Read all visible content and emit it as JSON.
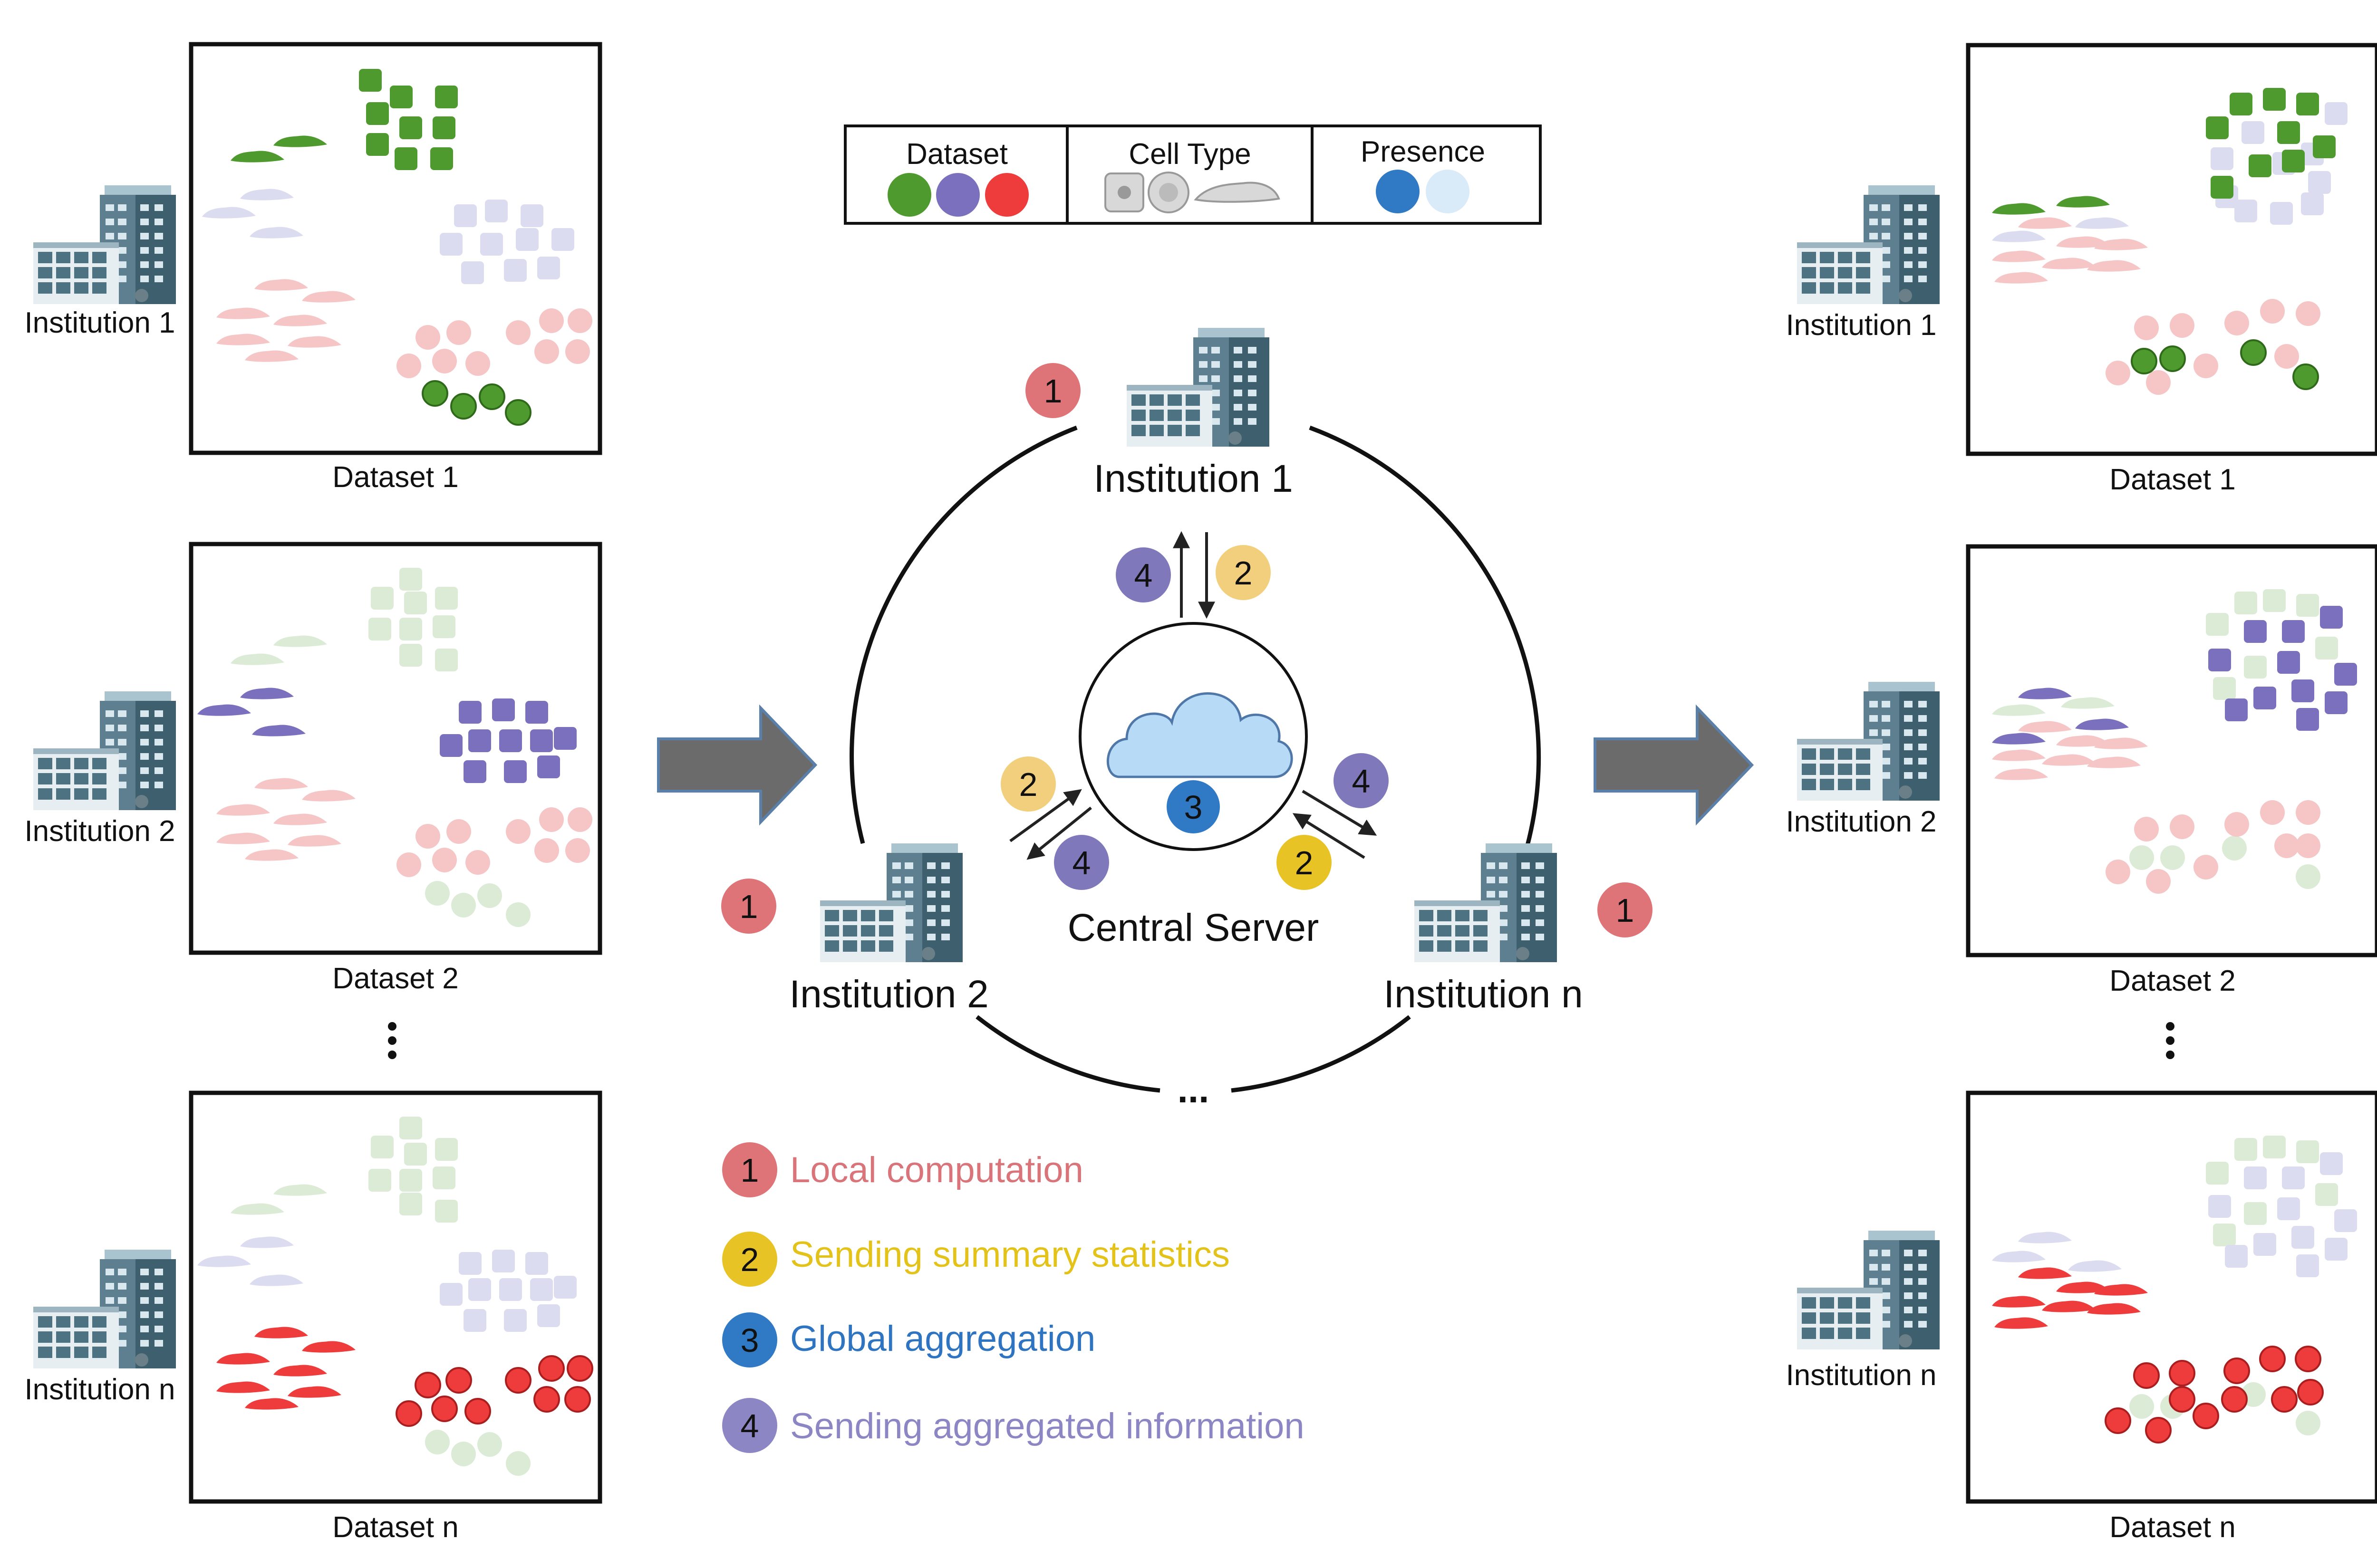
{
  "legend": {
    "dataset_title": "Dataset",
    "celltype_title": "Cell Type",
    "presence_title": "Presence"
  },
  "center": {
    "server_label": "Central Server",
    "inst1_label": "Institution 1",
    "inst2_label": "Institution 2",
    "instn_label": "Institution n",
    "ellipsis": "...",
    "badges": {
      "b1": "1",
      "b2": "2",
      "b3": "3",
      "b4": "4"
    }
  },
  "left_panels": [
    {
      "institution": "Institution 1",
      "dataset": "Dataset 1"
    },
    {
      "institution": "Institution 2",
      "dataset": "Dataset 2"
    },
    {
      "institution": "Institution n",
      "dataset": "Dataset n"
    }
  ],
  "right_panels": [
    {
      "institution": "Institution 1",
      "dataset": "Dataset 1"
    },
    {
      "institution": "Institution 2",
      "dataset": "Dataset 2"
    },
    {
      "institution": "Institution n",
      "dataset": "Dataset n"
    }
  ],
  "steps": [
    {
      "num": "1",
      "label": "Local computation",
      "color": "#d9757a"
    },
    {
      "num": "2",
      "label": "Sending summary statistics",
      "color": "#e3c21a"
    },
    {
      "num": "3",
      "label": "Global aggregation",
      "color": "#2f74c0"
    },
    {
      "num": "4",
      "label": "Sending aggregated information",
      "color": "#8c86c4"
    }
  ],
  "colors": {
    "dataset1_green": "#4f9a2f",
    "dataset2_purple": "#7b70bd",
    "dataset3_red": "#ee3b3b",
    "present_blue": "#2f79c5",
    "absent_lightblue": "#d9eaf8",
    "badge1": "#df7478",
    "badge2_light": "#f2cf7c",
    "badge2_dark": "#e8c326",
    "badge3": "#2f79c5",
    "badge4": "#7f78bb",
    "cloud": "#b7dbf7",
    "arrow_fill": "#6b6b6b"
  }
}
